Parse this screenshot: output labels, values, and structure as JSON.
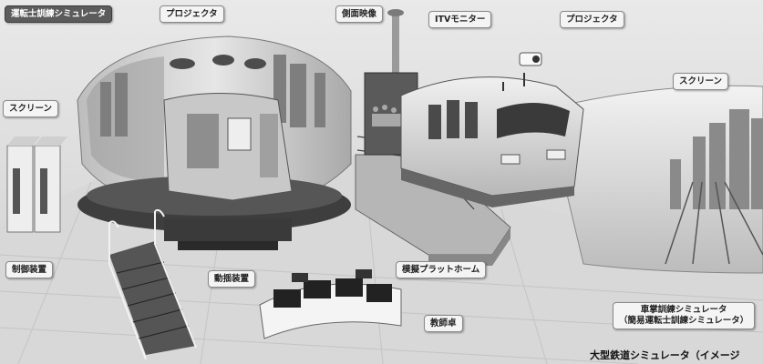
{
  "labels": {
    "untenshi_sim": "運転士訓練シミュレータ",
    "projector_left": "プロジェクタ",
    "side_video": "側面映像",
    "itv_monitor": "ITVモニター",
    "projector_right": "プロジェクタ",
    "screen_left": "スクリーン",
    "screen_right": "スクリーン",
    "control_device": "制御装置",
    "motion_device": "動揺装置",
    "mock_platform": "模擬プラットホーム",
    "instructor_desk": "教師卓",
    "shasho_sim_line1": "車掌訓練シミュレータ",
    "shasho_sim_line2": "（簡易運転士訓練シミュレータ）"
  },
  "caption": "大型鉄道シミュレータ（イメージ",
  "colors": {
    "tag_background": "#f4f4f4",
    "title_tag_background": "#5c5c5c",
    "floor": "#d8d8d8",
    "dark_metal": "#4a4a4a"
  }
}
